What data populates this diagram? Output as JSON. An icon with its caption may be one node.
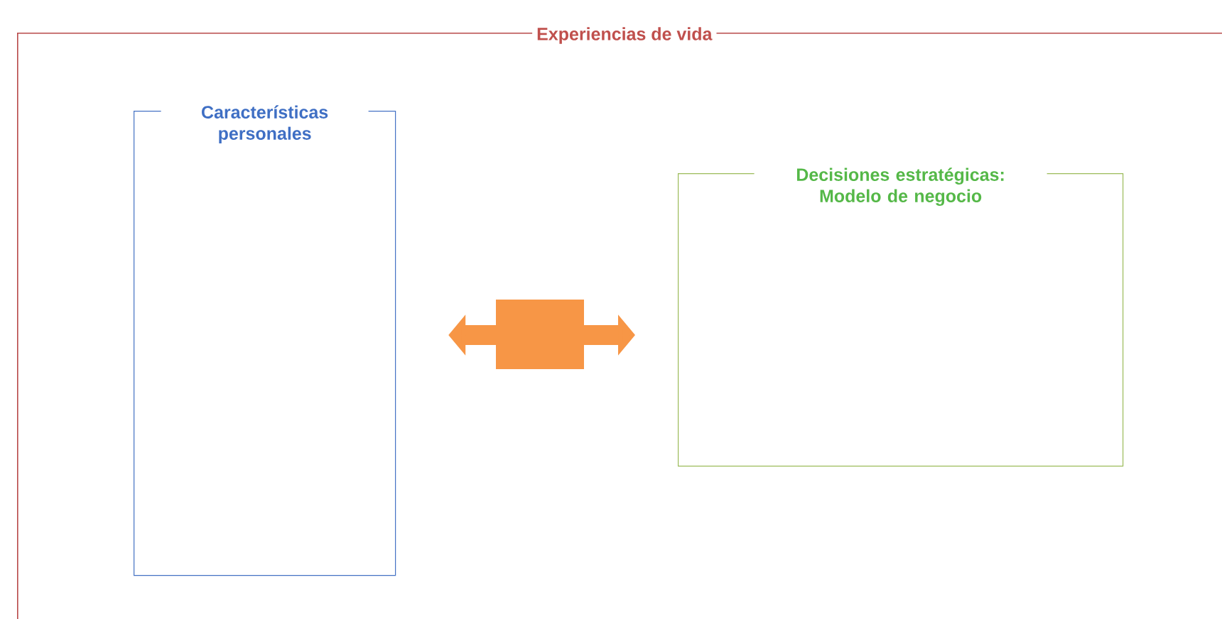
{
  "diagram": {
    "nodes": [
      {
        "text": [
          "Experiencias de vida"
        ]
      },
      {
        "text": [
          "Características personales"
        ],
        "in": 0
      },
      {
        "text": [
          "Decisiones estratégicas: Modelo de negocio"
        ],
        "in": 0
      }
    ],
    "edges": [
      {
        "from": 1,
        "to": 2,
        "arrow": "both",
        "color": "#f79646"
      }
    ]
  }
}
